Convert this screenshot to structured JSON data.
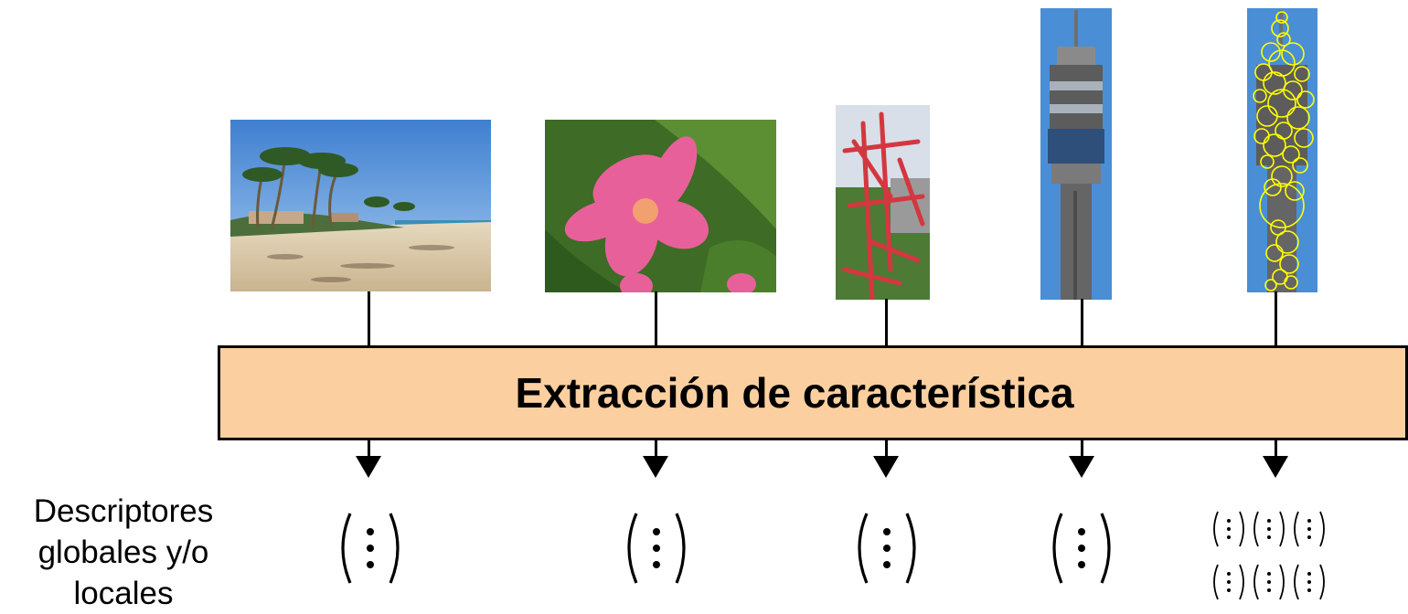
{
  "diagram": {
    "process_label": "Extracción de característica",
    "descriptor_caption": "Descriptores\nglobales y/o\nlocales",
    "inputs": [
      {
        "name": "beach-photo",
        "kind": "image"
      },
      {
        "name": "flower-photo",
        "kind": "image"
      },
      {
        "name": "sculpture-photo",
        "kind": "image"
      },
      {
        "name": "tower-photo",
        "kind": "image"
      },
      {
        "name": "tower-keypoints-photo",
        "kind": "image"
      }
    ],
    "outputs": [
      {
        "type": "global-vector",
        "count": 1
      },
      {
        "type": "global-vector",
        "count": 1
      },
      {
        "type": "global-vector",
        "count": 1
      },
      {
        "type": "global-vector",
        "count": 1
      },
      {
        "type": "local-vectors",
        "count": 6
      }
    ],
    "colors": {
      "process_fill": "#fbcf9f",
      "keypoint_circles": "#ffff00",
      "lines": "#000000"
    }
  }
}
